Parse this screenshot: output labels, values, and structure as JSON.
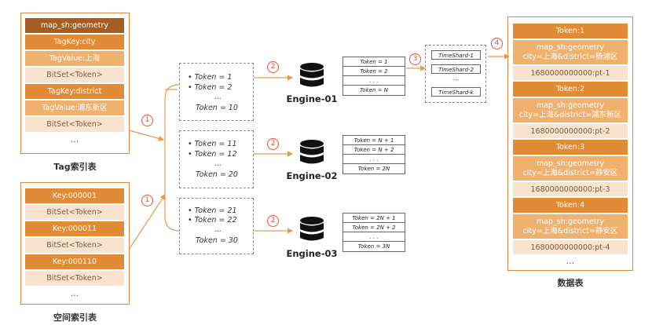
{
  "tag_index": {
    "rows": [
      "map_sh:geometry",
      "TagKey:city",
      "TagValue:上海",
      "BitSet<Token>",
      "TagKey:district",
      "TagValue:浦东新区",
      "BitSet<Token>"
    ],
    "ellipsis": "...",
    "caption": "Tag索引表"
  },
  "spatial_index": {
    "rows": [
      "Key:000001",
      "BitSet<Token>",
      "Key:000011",
      "BitSet<Token>",
      "Key:000110",
      "BitSet<Token>"
    ],
    "ellipsis": "...",
    "caption": "空间索引表"
  },
  "token_groups": [
    {
      "lines": [
        "• Token = 1",
        "• Token = 2"
      ],
      "ellipsis": "...",
      "last": "Token = 10"
    },
    {
      "lines": [
        "• Token = 11",
        "• Token = 12"
      ],
      "ellipsis": "...",
      "last": "Token = 20"
    },
    {
      "lines": [
        "• Token = 21",
        "• Token = 22"
      ],
      "ellipsis": "...",
      "last": "Token = 30"
    }
  ],
  "engines": [
    "Engine-01",
    "Engine-02",
    "Engine-03"
  ],
  "engine_tables": [
    [
      "Token = 1",
      "Token = 2",
      ". . .",
      "Token = N"
    ],
    [
      "Token = N + 1",
      "Token = N + 2",
      ". . .",
      "Token = 2N"
    ],
    [
      "Token = 2N + 1",
      "Token = 2N + 2",
      ". . .",
      "Token = 3N"
    ]
  ],
  "shards": [
    "TimeShard-1",
    "TimeShard-2",
    "...",
    "TimeShard-k"
  ],
  "steps": [
    "1",
    "1",
    "2",
    "2",
    "2",
    "3",
    "4"
  ],
  "data_table": {
    "blocks": [
      {
        "token": "Token:1",
        "geo": "map_sh:geometry",
        "tags": "city=上海&district=杨浦区",
        "pt": "1680000000000:pt-1"
      },
      {
        "token": "Token:2",
        "geo": "map_sh:geometry",
        "tags": "city=上海&district=浦东新区",
        "pt": "1680000000000:pt-2"
      },
      {
        "token": "Token:3",
        "geo": "map_sh:geometry",
        "tags": "city=上海&district=静安区",
        "pt": "1680000000000:pt-3"
      },
      {
        "token": "Token:4",
        "geo": "map_sh:geometry",
        "tags": "city=上海&district=静安区",
        "pt": "1680000000000:pt-4"
      }
    ],
    "ellipsis": "...",
    "caption": "数据表"
  },
  "colors": {
    "dark_brown": "#a65d21",
    "orange": "#e28b37",
    "light_orange": "#f0b16f",
    "pale": "#f9e3cf",
    "arrow": "#e49a4f",
    "step_red": "#e0503c"
  }
}
